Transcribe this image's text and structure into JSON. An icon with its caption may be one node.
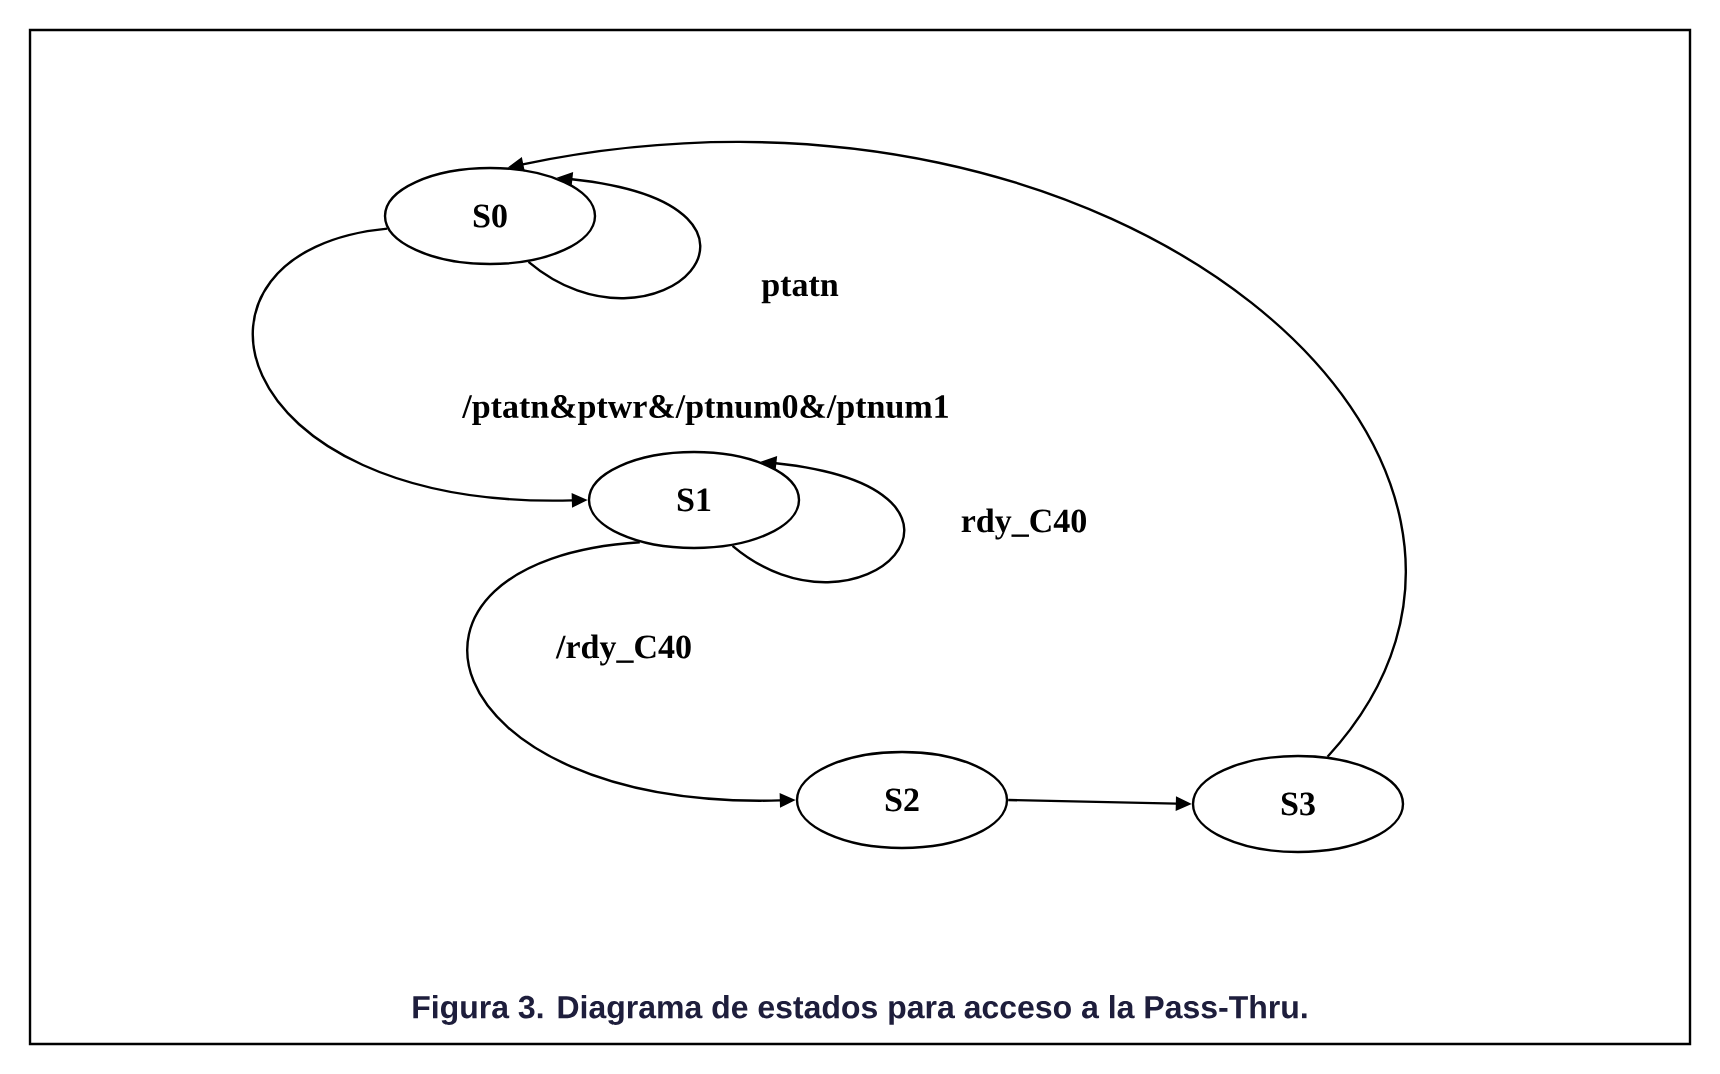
{
  "diagram": {
    "caption": "Figura 3. Diagrama de estados para acceso a la Pass-Thru.",
    "nodes": [
      {
        "text": [
          "S0"
        ]
      },
      {
        "text": [
          "S1"
        ]
      },
      {
        "text": [
          "S2"
        ]
      },
      {
        "text": [
          "S3"
        ]
      }
    ],
    "edges": [
      {
        "from": 0,
        "to": 0,
        "arrow": "to",
        "label": "ptatn"
      },
      {
        "from": 0,
        "to": 1,
        "arrow": "to",
        "label": "/ptatn&ptwr&/ptnum0&/ptnum1"
      },
      {
        "from": 1,
        "to": 1,
        "arrow": "to",
        "label": "rdy_C40"
      },
      {
        "from": 1,
        "to": 2,
        "arrow": "to",
        "label": "/rdy_C40"
      },
      {
        "from": 2,
        "to": 3,
        "arrow": "to"
      },
      {
        "from": 3,
        "to": 0,
        "arrow": "to"
      }
    ]
  }
}
